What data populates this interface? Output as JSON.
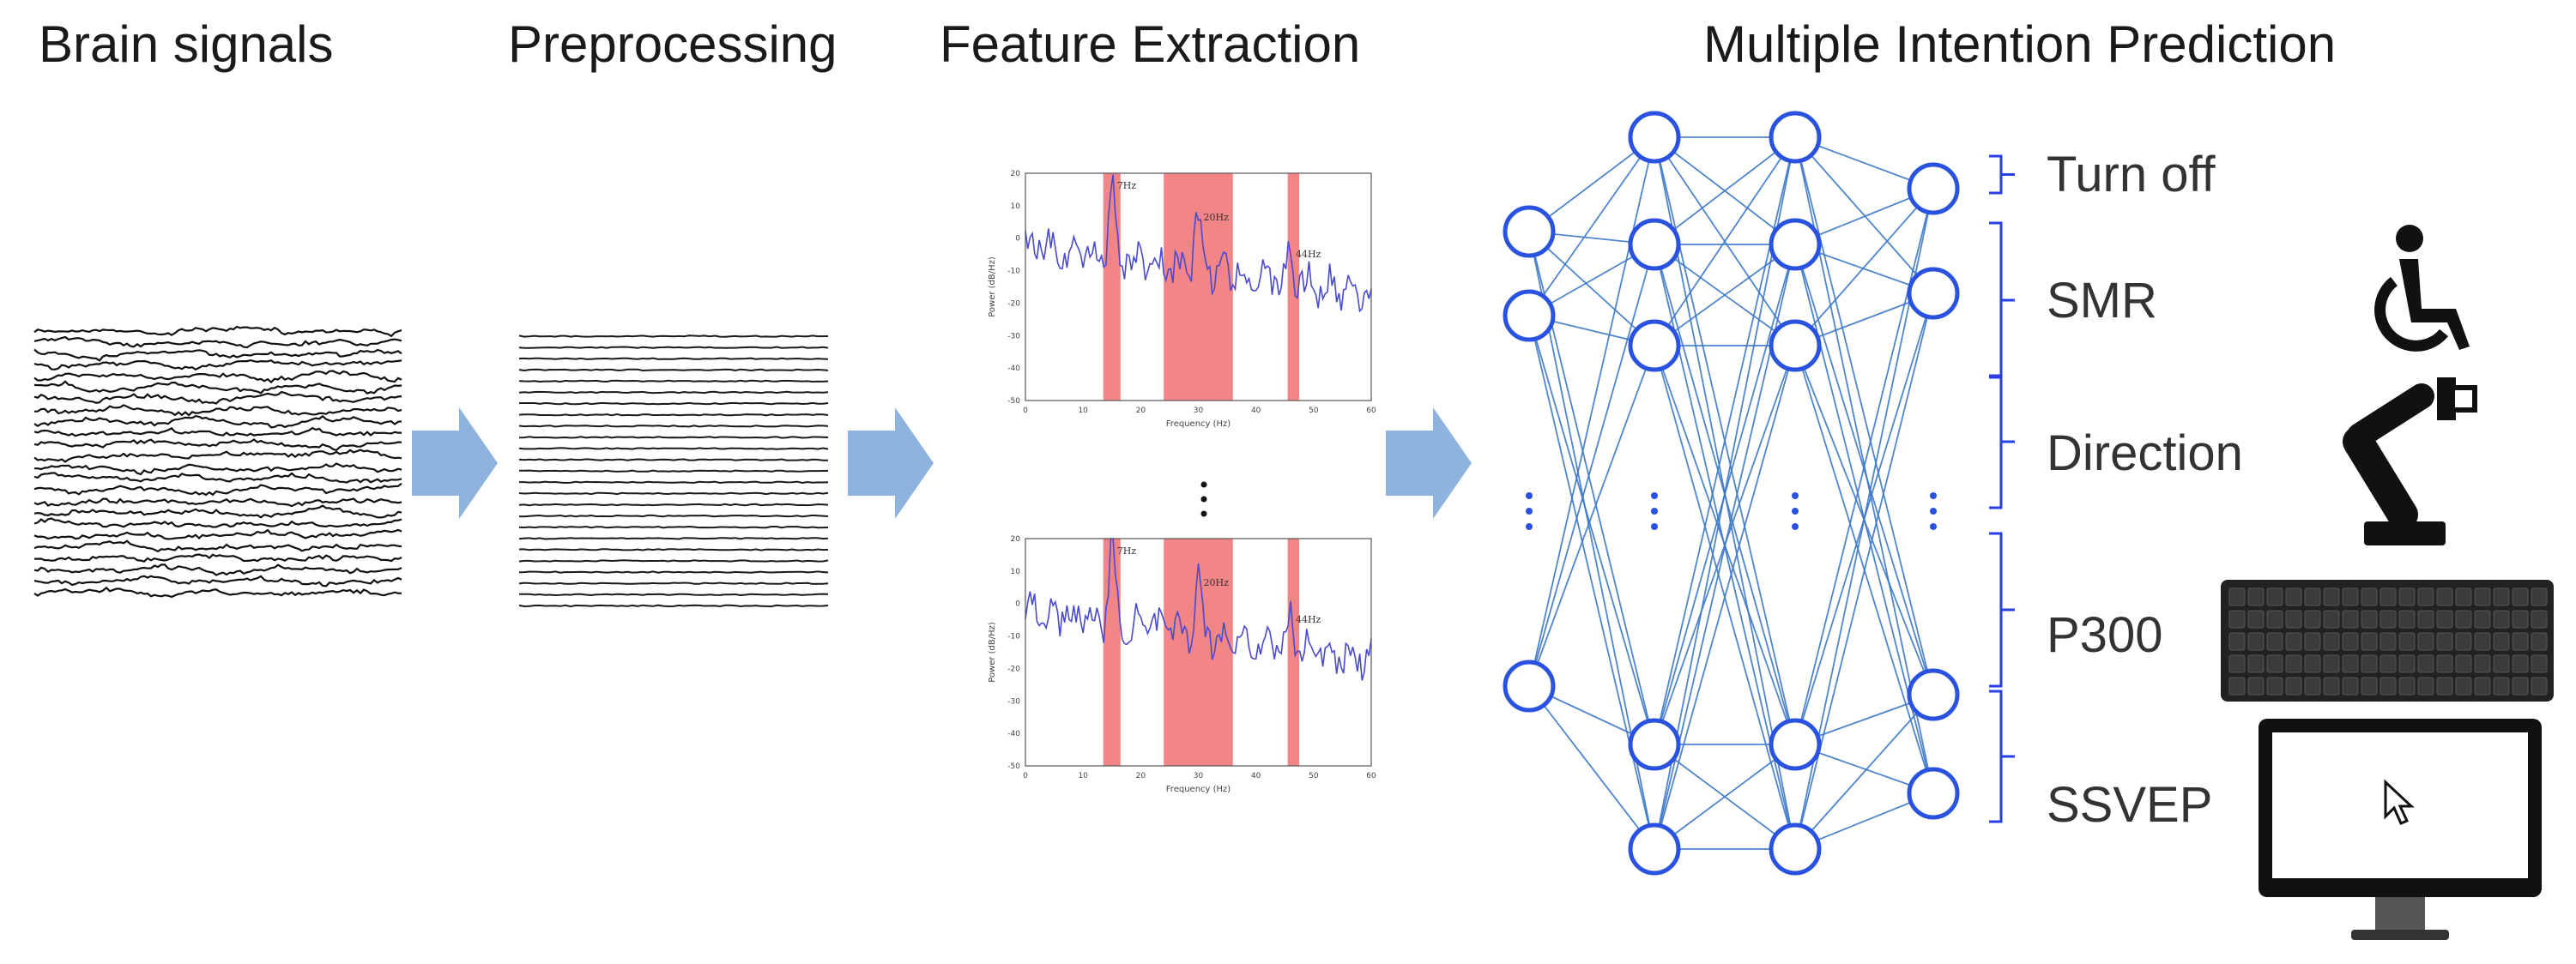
{
  "stages": {
    "brain_signals": "Brain signals",
    "preprocessing": "Preprocessing",
    "feature_extraction": "Feature Extraction",
    "prediction": "Multiple Intention Prediction"
  },
  "classes": [
    {
      "label": "Turn off",
      "icon": "none"
    },
    {
      "label": "SMR",
      "icon": "wheelchair-icon"
    },
    {
      "label": "Direction",
      "icon": "robot-arm-icon"
    },
    {
      "label": "P300",
      "icon": "keyboard-icon"
    },
    {
      "label": "SSVEP",
      "icon": "monitor-icon"
    }
  ],
  "spectrum_plot": {
    "xlabel": "Frequency (Hz)",
    "ylabel": "Power (dB/Hz)",
    "x_ticks": [
      "0",
      "10",
      "20",
      "30",
      "40",
      "50",
      "60"
    ],
    "y_ticks": [
      "20",
      "10",
      "0",
      "-10",
      "-20",
      "-30",
      "-40",
      "-50"
    ],
    "peak_labels": [
      "7Hz",
      "20Hz",
      "44Hz"
    ]
  },
  "colors": {
    "arrow": "#8fb3df",
    "network": "#2a52e0",
    "edge": "#3d78c8",
    "band": "#f07070",
    "spectrum": "#4a4ad0",
    "bracket": "#2a40e6"
  }
}
